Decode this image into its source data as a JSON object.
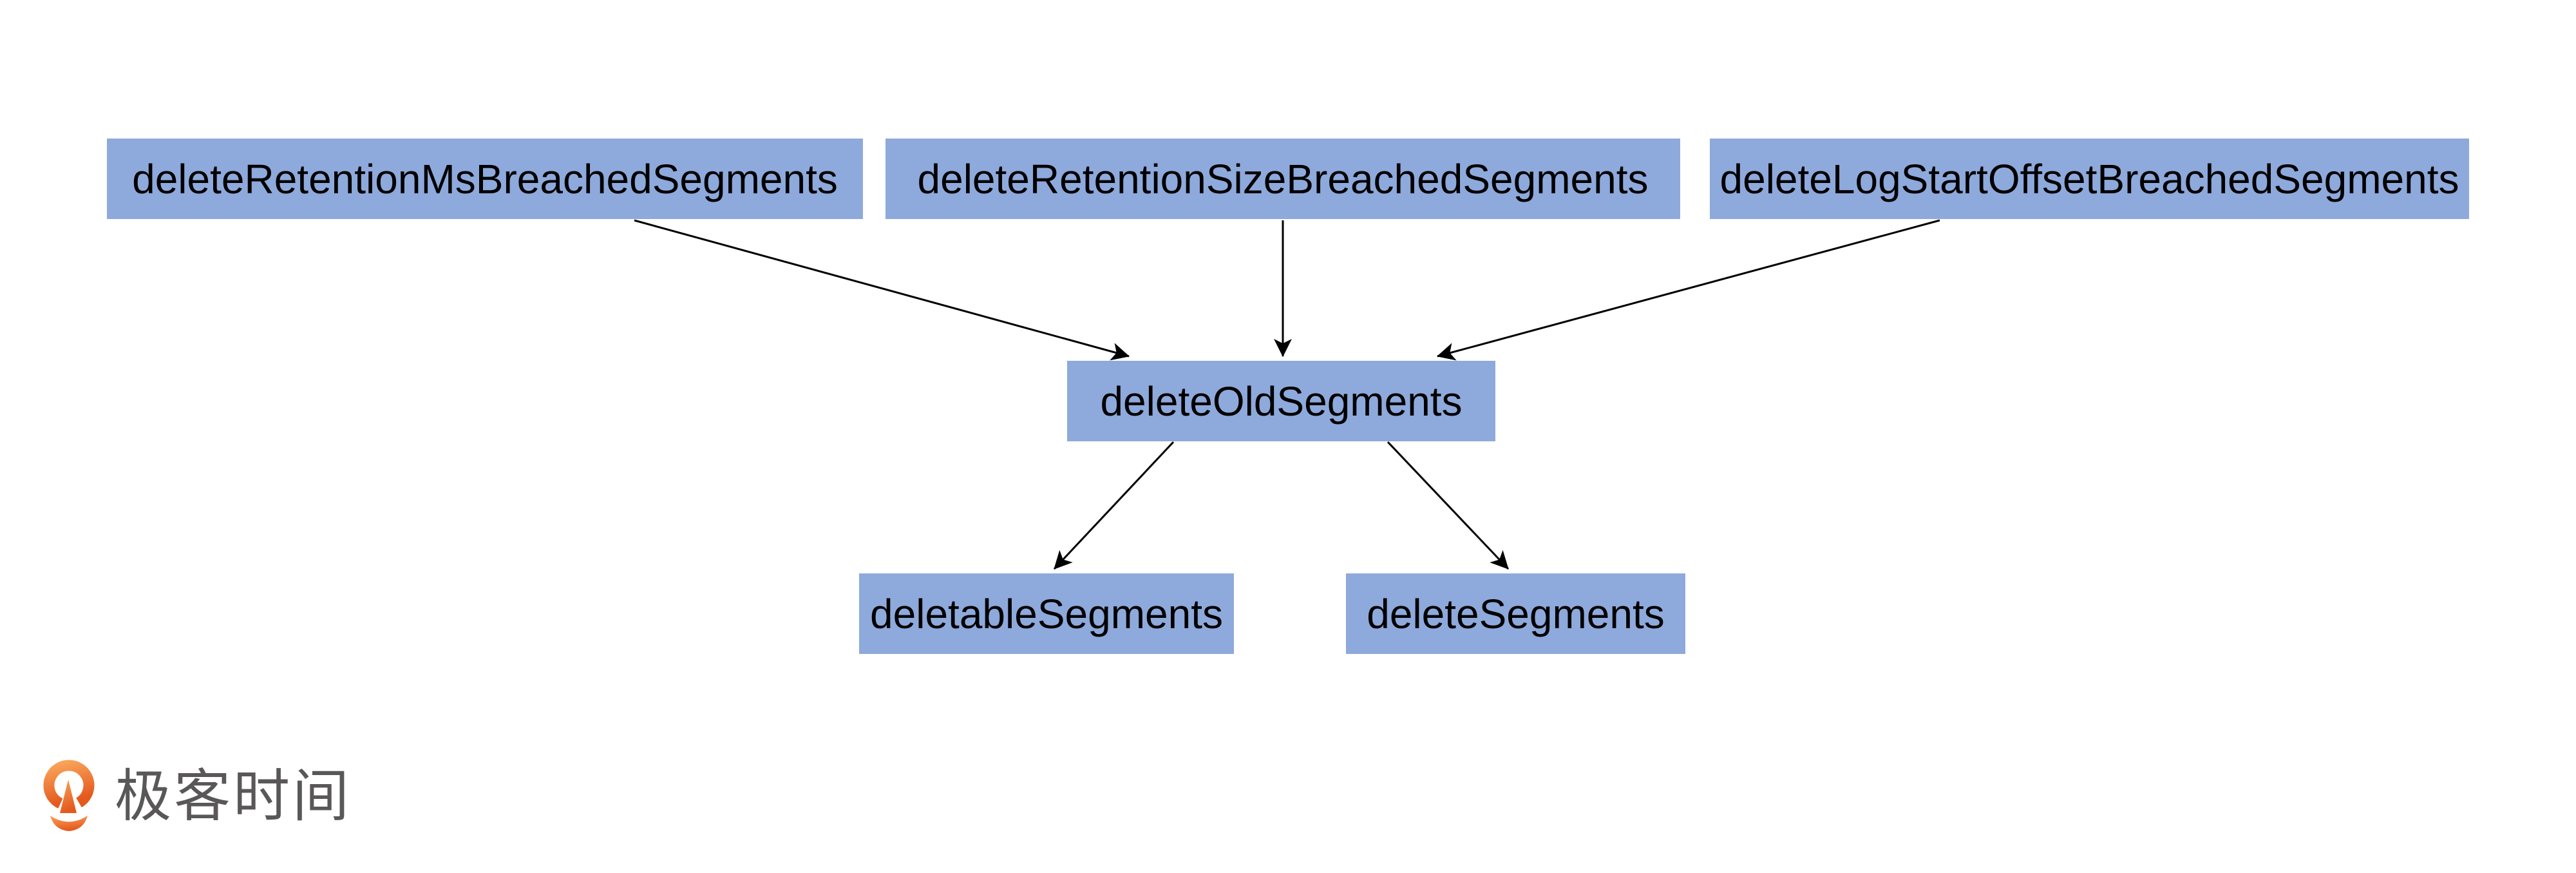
{
  "diagram": {
    "type": "flowchart",
    "direction": "top-down",
    "nodes": {
      "retentionMs": {
        "label": "deleteRetentionMsBreachedSegments"
      },
      "retentionSize": {
        "label": "deleteRetentionSizeBreachedSegments"
      },
      "logStartOffset": {
        "label": "deleteLogStartOffsetBreachedSegments"
      },
      "deleteOld": {
        "label": "deleteOldSegments"
      },
      "deletable": {
        "label": "deletableSegments"
      },
      "deleteSeg": {
        "label": "deleteSegments"
      }
    },
    "edges": [
      {
        "from": "deleteRetentionMsBreachedSegments",
        "to": "deleteOldSegments"
      },
      {
        "from": "deleteRetentionSizeBreachedSegments",
        "to": "deleteOldSegments"
      },
      {
        "from": "deleteLogStartOffsetBreachedSegments",
        "to": "deleteOldSegments"
      },
      {
        "from": "deleteOldSegments",
        "to": "deletableSegments"
      },
      {
        "from": "deleteOldSegments",
        "to": "deleteSegments"
      }
    ],
    "colors": {
      "node_fill": "#8EA9DB",
      "node_text": "#000000",
      "edge": "#000000",
      "background": "#FFFFFF"
    }
  },
  "branding": {
    "logo_text": "极客时间",
    "logo_text_color": "#595757",
    "logo_orange_top": "#F9A45A",
    "logo_orange_bottom": "#E4591E"
  }
}
